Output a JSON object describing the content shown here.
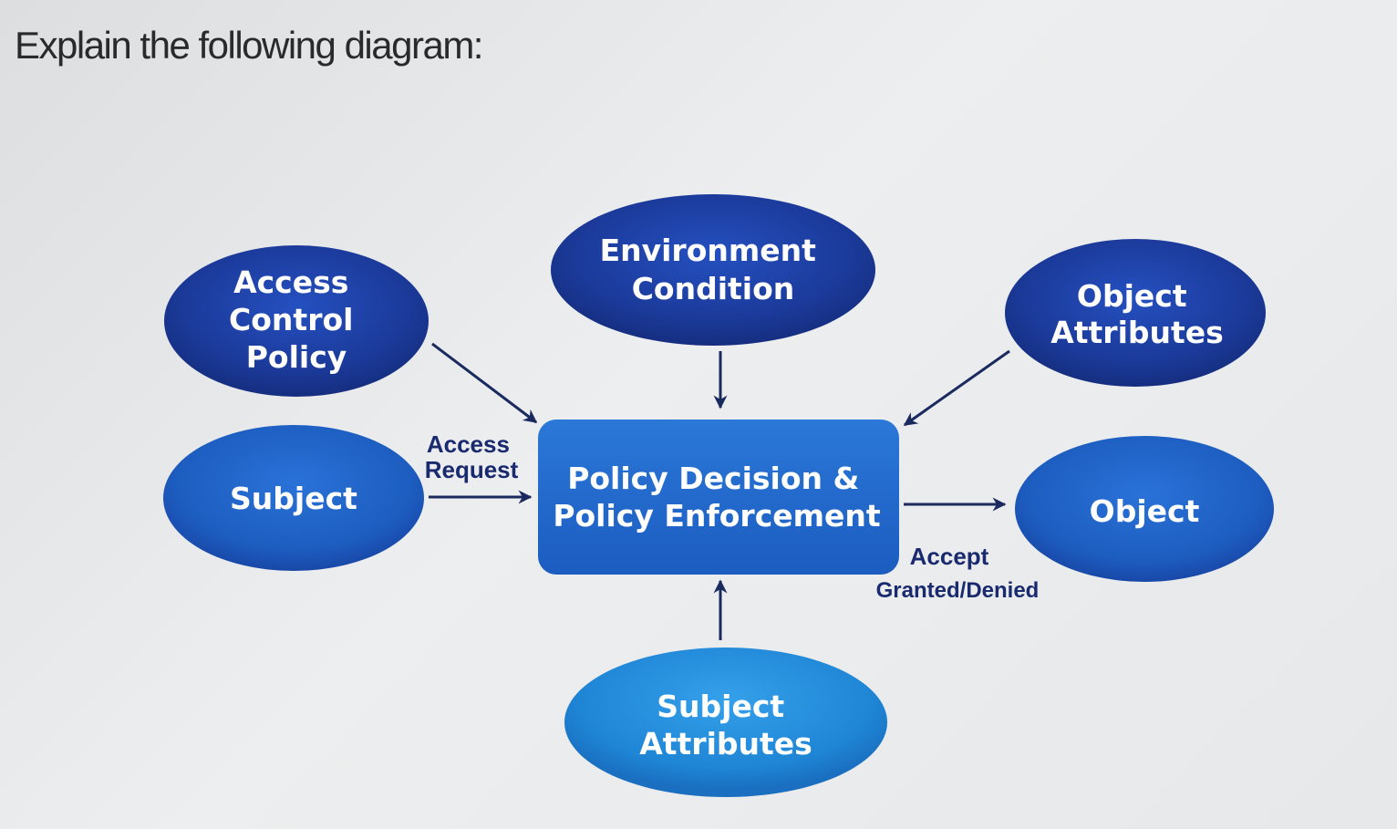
{
  "question": "Explain the following diagram:",
  "diagram": {
    "nodes": {
      "access_control_policy": {
        "lines": [
          "Access",
          "Control",
          "Policy"
        ]
      },
      "environment_condition": {
        "lines": [
          "Environment",
          "Condition"
        ]
      },
      "object_attributes": {
        "lines": [
          "Object",
          "Attributes"
        ]
      },
      "subject": {
        "lines": [
          "Subject"
        ]
      },
      "pdp": {
        "lines": [
          "Policy Decision &",
          "Policy Enforcement"
        ]
      },
      "object": {
        "lines": [
          "Object"
        ]
      },
      "subject_attributes": {
        "lines": [
          "Subject",
          "Attributes"
        ]
      }
    },
    "edge_labels": {
      "access_request": [
        "Access",
        "Request"
      ],
      "accept": "Accept",
      "granted_denied": "Granted/Denied"
    },
    "colors": {
      "dark_blue": "#1b3a9a",
      "mid_blue": "#1d5dc0",
      "light_blue": "#1f86d6",
      "arrow": "#1a2a5e"
    }
  }
}
